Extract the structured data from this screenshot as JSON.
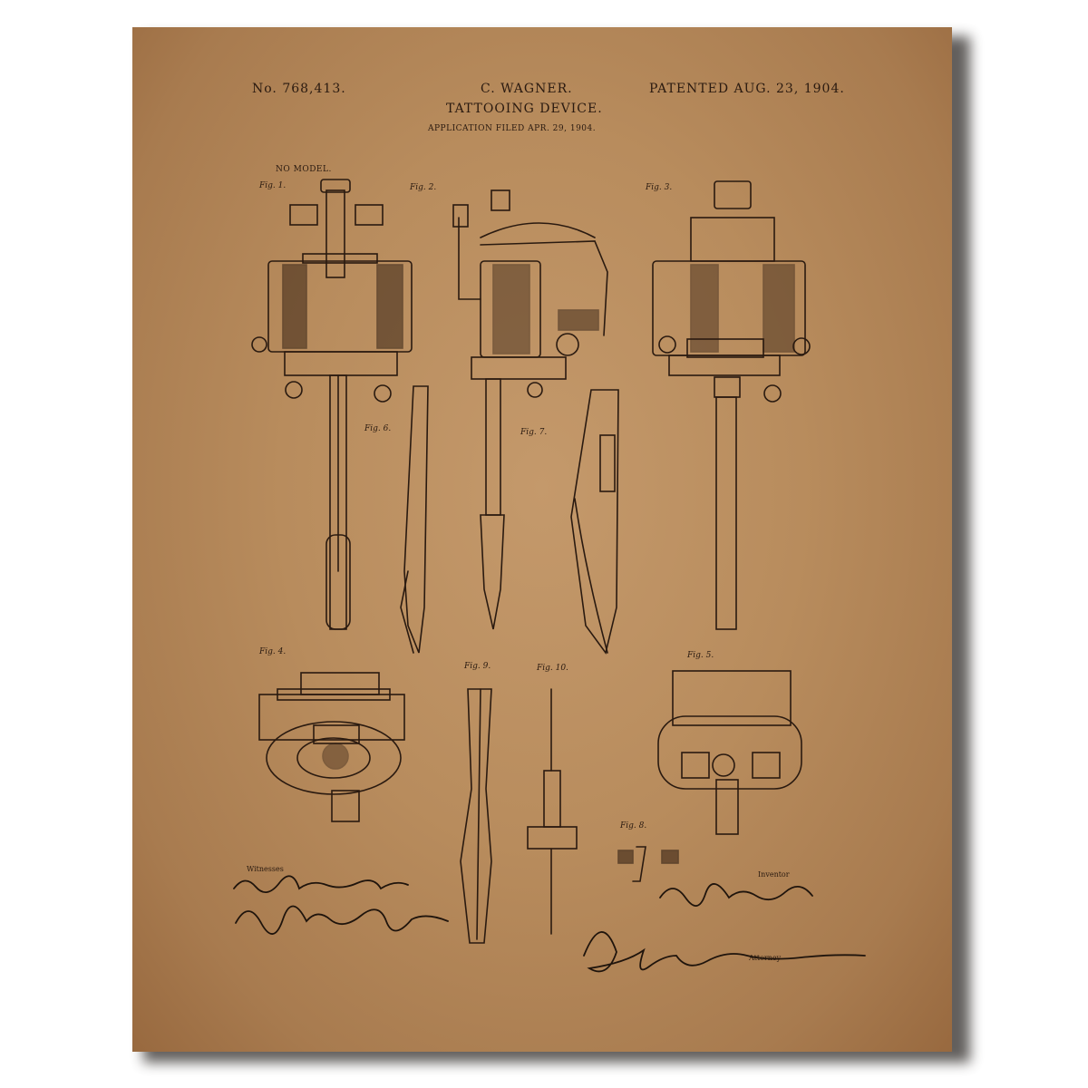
{
  "patent": {
    "number": "No. 768,413.",
    "inventor": "C. WAGNER.",
    "date": "PATENTED AUG. 23, 1904.",
    "title": "TATTOOING DEVICE.",
    "filed": "APPLICATION FILED APR. 29, 1904.",
    "model": "NO MODEL."
  },
  "figures": {
    "fig1": "Fig. 1.",
    "fig2": "Fig. 2.",
    "fig3": "Fig. 3.",
    "fig4": "Fig. 4.",
    "fig5": "Fig. 5.",
    "fig6": "Fig. 6.",
    "fig7": "Fig. 7.",
    "fig8": "Fig. 8.",
    "fig9": "Fig. 9.",
    "fig10": "Fig. 10."
  },
  "signatures": {
    "witnesses_label": "Witnesses",
    "inventor_label": "Inventor",
    "attorney_label": "Attorney",
    "witness1": "Edwin T. Bradford",
    "witness2": "Anne B. Johnson",
    "inventor": "Charles Wagner",
    "attorney": "John J. Johnson"
  },
  "colors": {
    "ink": "#2a1a10",
    "paper": "#b88c5d"
  }
}
